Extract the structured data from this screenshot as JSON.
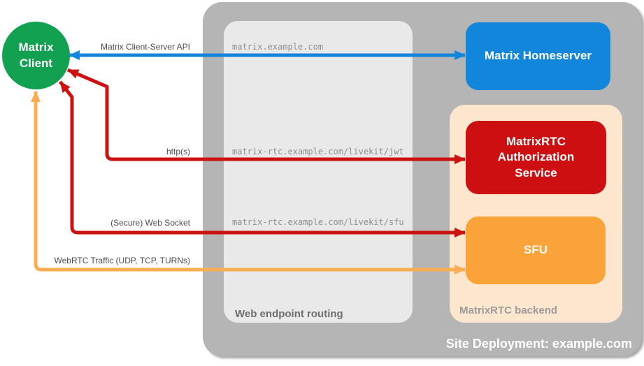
{
  "client": {
    "label": "Matrix Client",
    "color": "#12A150"
  },
  "nodes": {
    "homeserver": {
      "label": "Matrix Homeserver",
      "color": "#1286DB"
    },
    "auth_service": {
      "label": "MatrixRTC Authorization Service",
      "color": "#CC1012"
    },
    "sfu": {
      "label": "SFU",
      "color": "#F9A338"
    }
  },
  "containers": {
    "site": {
      "label": "Site Deployment: example.com",
      "color": "#B5B5B5"
    },
    "web_routing": {
      "label": "Web endpoint routing",
      "color": "#E9E9E9"
    },
    "rtc_backend": {
      "label": "MatrixRTC backend",
      "color": "#FCE6CD"
    }
  },
  "edges": {
    "client_server": {
      "label": "Matrix Client-Server API",
      "endpoint": "matrix.example.com",
      "color": "#1286DB"
    },
    "http": {
      "label": "http(s)",
      "endpoint": "matrix-rtc.example.com/livekit/jwt",
      "color": "#CC1111"
    },
    "websocket": {
      "label": "(Secure) Web Socket",
      "endpoint": "matrix-rtc.example.com/livekit/sfu",
      "color": "#CC1111"
    },
    "webrtc": {
      "label": "WebRTC Traffic (UDP, TCP, TURNs)",
      "color": "#FBAD52"
    }
  }
}
